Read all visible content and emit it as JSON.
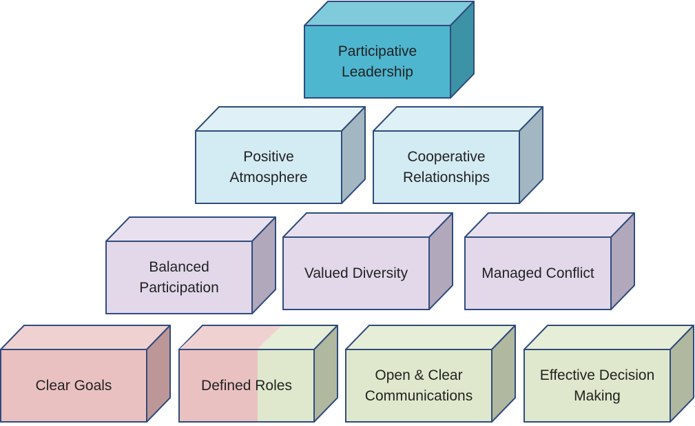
{
  "diagram": {
    "title": "",
    "colors": {
      "stroke": "#2f4b7c",
      "tier1": {
        "front": "#4fb6cf",
        "top": "#7fcadb",
        "side": "#3d93a6"
      },
      "tier2": {
        "front": "#d3ebf3",
        "top": "#dff1f6",
        "side": "#a2b7c1"
      },
      "tier3": {
        "front": "#e2d8ea",
        "top": "#e9e0ef",
        "side": "#b1a8bb"
      },
      "tier4_red": {
        "front": "#eac1c1",
        "top": "#f0d1d1",
        "side": "#bd9797"
      },
      "tier4_green": {
        "front": "#dfe8cc",
        "top": "#e6eed8",
        "side": "#b0b89f"
      }
    },
    "blocks": [
      {
        "id": "participative-leadership",
        "tier": 1,
        "lines": [
          "Participative",
          "Leadership"
        ]
      },
      {
        "id": "positive-atmosphere",
        "tier": 2,
        "lines": [
          "Positive",
          "Atmosphere"
        ]
      },
      {
        "id": "cooperative-relationships",
        "tier": 2,
        "lines": [
          "Cooperative",
          "Relationships"
        ]
      },
      {
        "id": "balanced-participation",
        "tier": 3,
        "lines": [
          "Balanced",
          "Participation"
        ]
      },
      {
        "id": "valued-diversity",
        "tier": 3,
        "lines": [
          "Valued Diversity"
        ]
      },
      {
        "id": "managed-conflict",
        "tier": 3,
        "lines": [
          "Managed Conflict"
        ]
      },
      {
        "id": "clear-goals",
        "tier": 4,
        "lines": [
          "Clear Goals"
        ]
      },
      {
        "id": "defined-roles",
        "tier": 4,
        "lines": [
          "Defined Roles"
        ]
      },
      {
        "id": "open-clear-communications",
        "tier": 4,
        "lines": [
          "Open & Clear",
          "Communications"
        ]
      },
      {
        "id": "effective-decision-making",
        "tier": 4,
        "lines": [
          "Effective Decision",
          "Making"
        ]
      }
    ]
  }
}
